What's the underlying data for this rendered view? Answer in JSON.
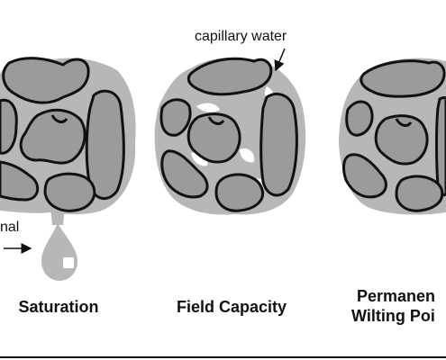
{
  "panels": [
    {
      "label": "Saturation"
    },
    {
      "label": "Field Capacity"
    },
    {
      "label_line1": "Permanen",
      "label_line2": "Wilting Poi"
    }
  ],
  "annotations": {
    "capillary": "capillary water",
    "gravitational_partial": "nal"
  },
  "colors": {
    "particle": "#9b9b9b",
    "water_film": "#b7b7b7",
    "outline": "#111111",
    "background": "#ffffff"
  }
}
